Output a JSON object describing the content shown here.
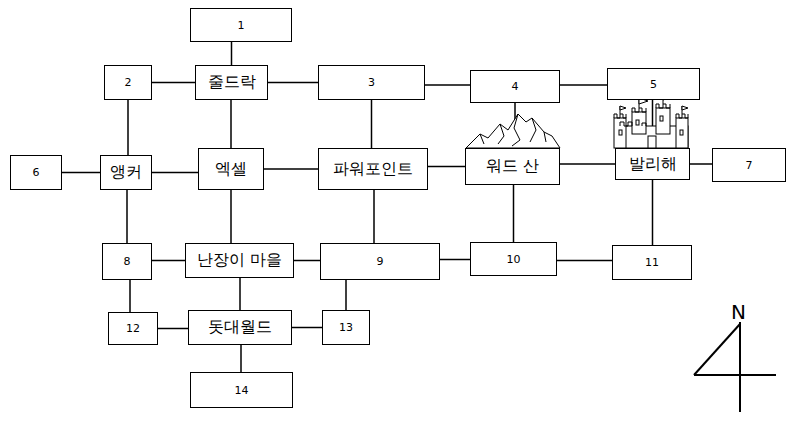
{
  "diagram": {
    "nodes": [
      {
        "text": [
          "1"
        ]
      },
      {
        "text": [
          "2"
        ]
      },
      {
        "text": [
          "줄드락"
        ]
      },
      {
        "text": [
          "3"
        ]
      },
      {
        "text": [
          "4"
        ]
      },
      {
        "text": [
          "5"
        ]
      },
      {
        "text": [
          "6"
        ]
      },
      {
        "text": [
          "앵커"
        ]
      },
      {
        "text": [
          "엑셀"
        ]
      },
      {
        "text": [
          "파워포인트"
        ]
      },
      {
        "text": [
          "워드 산"
        ]
      },
      {
        "text": [
          "발리해"
        ]
      },
      {
        "text": [
          "7"
        ]
      },
      {
        "text": [
          "8"
        ]
      },
      {
        "text": [
          "난장이 마을"
        ]
      },
      {
        "text": [
          "9"
        ]
      },
      {
        "text": [
          "10"
        ]
      },
      {
        "text": [
          "11"
        ]
      },
      {
        "text": [
          "12"
        ]
      },
      {
        "text": [
          "돗대월드"
        ]
      },
      {
        "text": [
          "13"
        ]
      },
      {
        "text": [
          "14"
        ]
      }
    ],
    "edges": [
      {
        "from": 0,
        "to": 2,
        "arrow": "none"
      },
      {
        "from": 1,
        "to": 2,
        "arrow": "none"
      },
      {
        "from": 2,
        "to": 3,
        "arrow": "none"
      },
      {
        "from": 3,
        "to": 4,
        "arrow": "none"
      },
      {
        "from": 4,
        "to": 5,
        "arrow": "none"
      },
      {
        "from": 1,
        "to": 7,
        "arrow": "none"
      },
      {
        "from": 2,
        "to": 8,
        "arrow": "none"
      },
      {
        "from": 3,
        "to": 9,
        "arrow": "none"
      },
      {
        "from": 4,
        "to": 10,
        "arrow": "none"
      },
      {
        "from": 5,
        "to": 11,
        "arrow": "none"
      },
      {
        "from": 6,
        "to": 7,
        "arrow": "none"
      },
      {
        "from": 7,
        "to": 8,
        "arrow": "none"
      },
      {
        "from": 8,
        "to": 9,
        "arrow": "none"
      },
      {
        "from": 9,
        "to": 10,
        "arrow": "none"
      },
      {
        "from": 10,
        "to": 11,
        "arrow": "none"
      },
      {
        "from": 11,
        "to": 12,
        "arrow": "none"
      },
      {
        "from": 7,
        "to": 13,
        "arrow": "none"
      },
      {
        "from": 8,
        "to": 14,
        "arrow": "none"
      },
      {
        "from": 9,
        "to": 15,
        "arrow": "none"
      },
      {
        "from": 10,
        "to": 16,
        "arrow": "none"
      },
      {
        "from": 11,
        "to": 17,
        "arrow": "none"
      },
      {
        "from": 13,
        "to": 14,
        "arrow": "none"
      },
      {
        "from": 14,
        "to": 15,
        "arrow": "none"
      },
      {
        "from": 15,
        "to": 16,
        "arrow": "none"
      },
      {
        "from": 16,
        "to": 17,
        "arrow": "none"
      },
      {
        "from": 13,
        "to": 18,
        "arrow": "none"
      },
      {
        "from": 14,
        "to": 19,
        "arrow": "none"
      },
      {
        "from": 15,
        "to": 20,
        "arrow": "none"
      },
      {
        "from": 18,
        "to": 19,
        "arrow": "none"
      },
      {
        "from": 19,
        "to": 20,
        "arrow": "none"
      },
      {
        "from": 19,
        "to": 21,
        "arrow": "none"
      }
    ],
    "labels": [
      "N"
    ]
  }
}
